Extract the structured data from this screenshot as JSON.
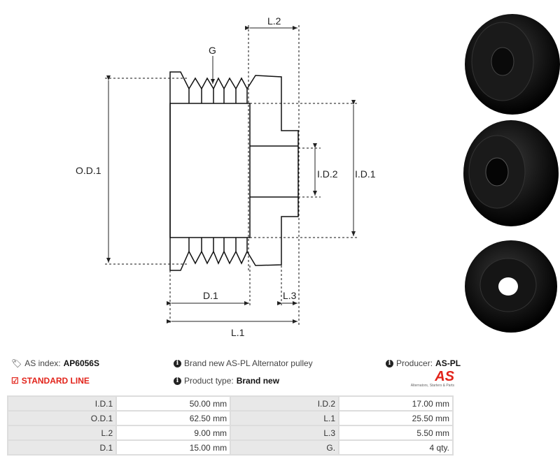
{
  "drawing": {
    "labels": {
      "g": "G",
      "l2": "L.2",
      "od1": "O.D.1",
      "id2": "I.D.2",
      "id1": "I.D.1",
      "d1": "D.1",
      "l3": "L.3",
      "l1": "L.1"
    }
  },
  "info": {
    "as_index_label": "AS index:",
    "as_index_value": "AP6056S",
    "line": "STANDARD LINE",
    "description": "Brand new AS-PL Alternator pulley",
    "product_type_label": "Product type:",
    "product_type_value": "Brand new",
    "producer_label": "Producer:",
    "producer_value": "AS-PL",
    "logo_text": "AS",
    "logo_tagline": "Alternators, Starters & Parts"
  },
  "colors": {
    "accent": "#e2231a"
  },
  "specs": [
    [
      {
        "k": "I.D.1",
        "v": "50.00 mm"
      },
      {
        "k": "I.D.2",
        "v": "17.00 mm"
      }
    ],
    [
      {
        "k": "O.D.1",
        "v": "62.50 mm"
      },
      {
        "k": "L.1",
        "v": "25.50 mm"
      }
    ],
    [
      {
        "k": "L.2",
        "v": "9.00 mm"
      },
      {
        "k": "L.3",
        "v": "5.50 mm"
      }
    ],
    [
      {
        "k": "D.1",
        "v": "15.00 mm"
      },
      {
        "k": "G.",
        "v": "4 qty."
      }
    ]
  ]
}
